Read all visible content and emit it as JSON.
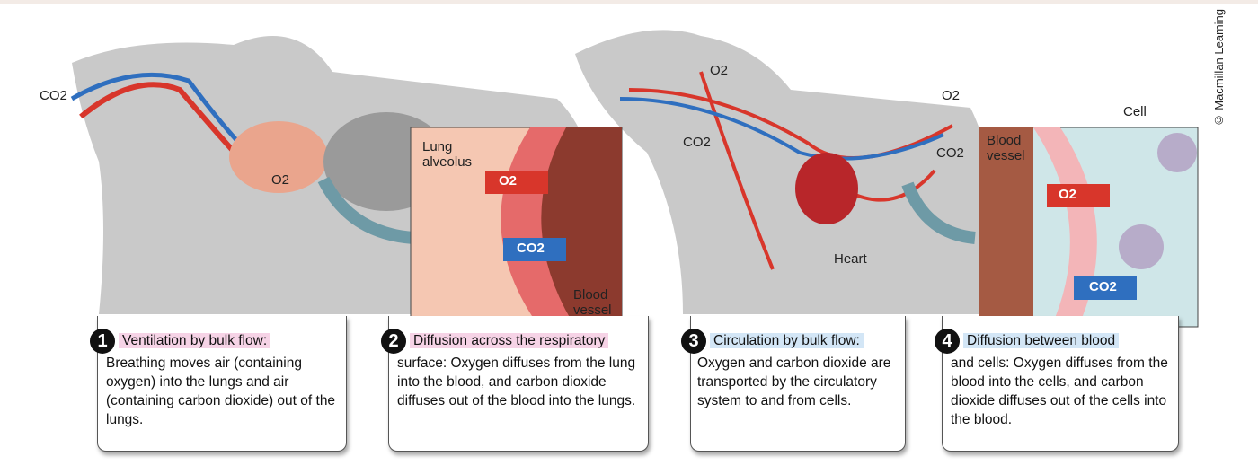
{
  "copyright": "© Macmillan Learning",
  "labels": {
    "co2_left": "CO2",
    "o2_left": "O2",
    "lung_alveolus": "Lung alveolus",
    "o2_inset1": "O2",
    "co2_inset1": "CO2",
    "blood_vessel_1": "Blood vessel",
    "o2_top1": "O2",
    "o2_top2": "O2",
    "co2_mid1": "CO2",
    "co2_mid2": "CO2",
    "heart": "Heart",
    "cell": "Cell",
    "blood_vessel_2": "Blood vessel",
    "o2_inset2": "O2",
    "co2_inset2": "CO2"
  },
  "steps": [
    {
      "num": "1",
      "title": "Ventilation by bulk flow:",
      "text": "Breathing moves air (containing oxygen) into the lungs and air (containing carbon dioxide) out of the lungs.",
      "hl": "#f6d3e6"
    },
    {
      "num": "2",
      "title": "Diffusion across the respiratory",
      "text": "surface: Oxygen diffuses from the lung into the blood, and carbon dioxide diffuses out of the blood into the lungs.",
      "hl": "#f6d3e6"
    },
    {
      "num": "3",
      "title": "Circulation by bulk flow:",
      "text": "Oxygen and carbon dioxide are transported by the circulatory system to and from cells.",
      "hl": "#d3e6f6"
    },
    {
      "num": "4",
      "title": "Diffusion between blood",
      "text": "and cells: Oxygen diffuses from the blood into the cells, and carbon dioxide diffuses out of the cells into the blood.",
      "hl": "#d3e6f6"
    }
  ],
  "colors": {
    "oxygen": "#d8362b",
    "co2": "#2f6fbf",
    "dog": "#c9c9c9"
  }
}
